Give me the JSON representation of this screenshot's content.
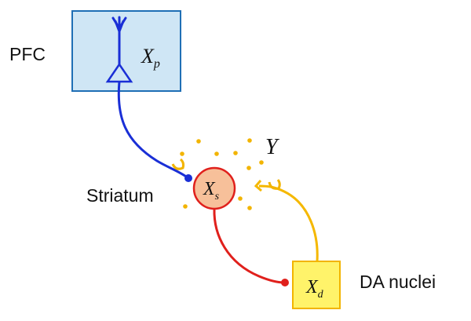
{
  "labels": {
    "pfc": "PFC",
    "striatum": "Striatum",
    "da_nuclei": "DA nuclei"
  },
  "variables": {
    "xp": {
      "base": "X",
      "sub": "p"
    },
    "xs": {
      "base": "X",
      "sub": "s"
    },
    "xd": {
      "base": "X",
      "sub": "d"
    },
    "y": "Y"
  },
  "colors": {
    "pfc_fill": "#cfe6f5",
    "pfc_border": "#1f6fb5",
    "pfc_pathway": "#1a2fd6",
    "neuron": "#1a2fd6",
    "striatum_fill": "#f7c09a",
    "striatum_border": "#e0201c",
    "striatum_pathway": "#e0201c",
    "da_fill": "#fff36a",
    "da_border": "#f2b400",
    "da_pathway": "#f5b800",
    "dopamine_dots": "#f2b400"
  }
}
